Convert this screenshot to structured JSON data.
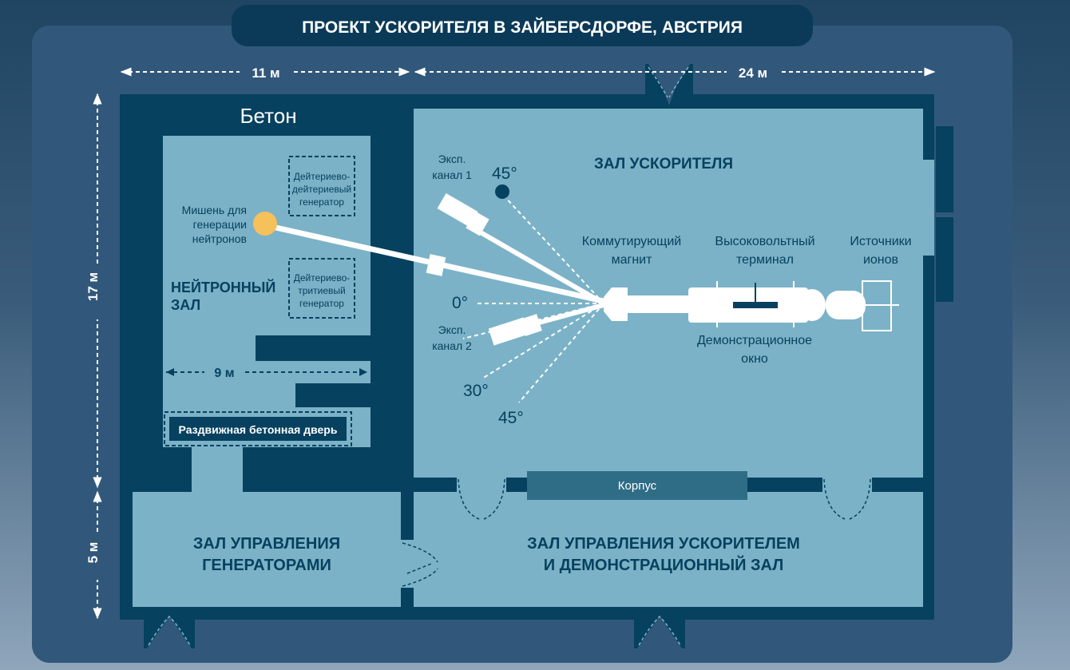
{
  "title": "ПРОЕКТ УСКОРИТЕЛЯ В ЗАЙБЕРСДОРФЕ, АВСТРИЯ",
  "dimensions": {
    "top_left": "11 м",
    "top_right": "24 м",
    "left_upper": "17 м",
    "left_lower": "5 м",
    "neutron_hall_width": "9 м"
  },
  "labels": {
    "concrete": "Бетон",
    "neutron_hall_1": "НЕЙТРОННЫЙ",
    "neutron_hall_2": "ЗАЛ",
    "dd_gen_1": "Дейтериево-",
    "dd_gen_2": "дейтериевый",
    "dd_gen_3": "генератор",
    "dt_gen_1": "Дейтериево-",
    "dt_gen_2": "тритиевый",
    "dt_gen_3": "генератор",
    "target_1": "Мишень для",
    "target_2": "генерации",
    "target_3": "нейтронов",
    "sliding_door": "Раздвижная бетонная дверь",
    "accel_hall": "ЗАЛ УСКОРИТЕЛЯ",
    "exp1_1": "Эксп.",
    "exp1_2": "канал 1",
    "exp2_1": "Эксп.",
    "exp2_2": "канал 2",
    "angle_45_top": "45°",
    "angle_0": "0°",
    "angle_30": "30°",
    "angle_45_bottom": "45°",
    "switch_magnet_1": "Коммутирующий",
    "switch_magnet_2": "магнит",
    "hv_terminal_1": "Высоковольтный",
    "hv_terminal_2": "терминал",
    "ion_sources_1": "Источники",
    "ion_sources_2": "ионов",
    "demo_window_1": "Демонстрационное",
    "demo_window_2": "окно",
    "housing": "Корпус",
    "gen_control_1": "ЗАЛ УПРАВЛЕНИЯ",
    "gen_control_2": "ГЕНЕРАТОРАМИ",
    "accel_control_1": "ЗАЛ УПРАВЛЕНИЯ УСКОРИТЕЛЕМ",
    "accel_control_2": "И ДЕМОНСТРАЦИОННЫЙ ЗАЛ"
  },
  "colors": {
    "frame": "#31587a",
    "wall": "#06415f",
    "room": "#7bb2c7",
    "beam": "#ffffff",
    "target": "#f6c05a",
    "title_bg": "#0b3a58"
  }
}
